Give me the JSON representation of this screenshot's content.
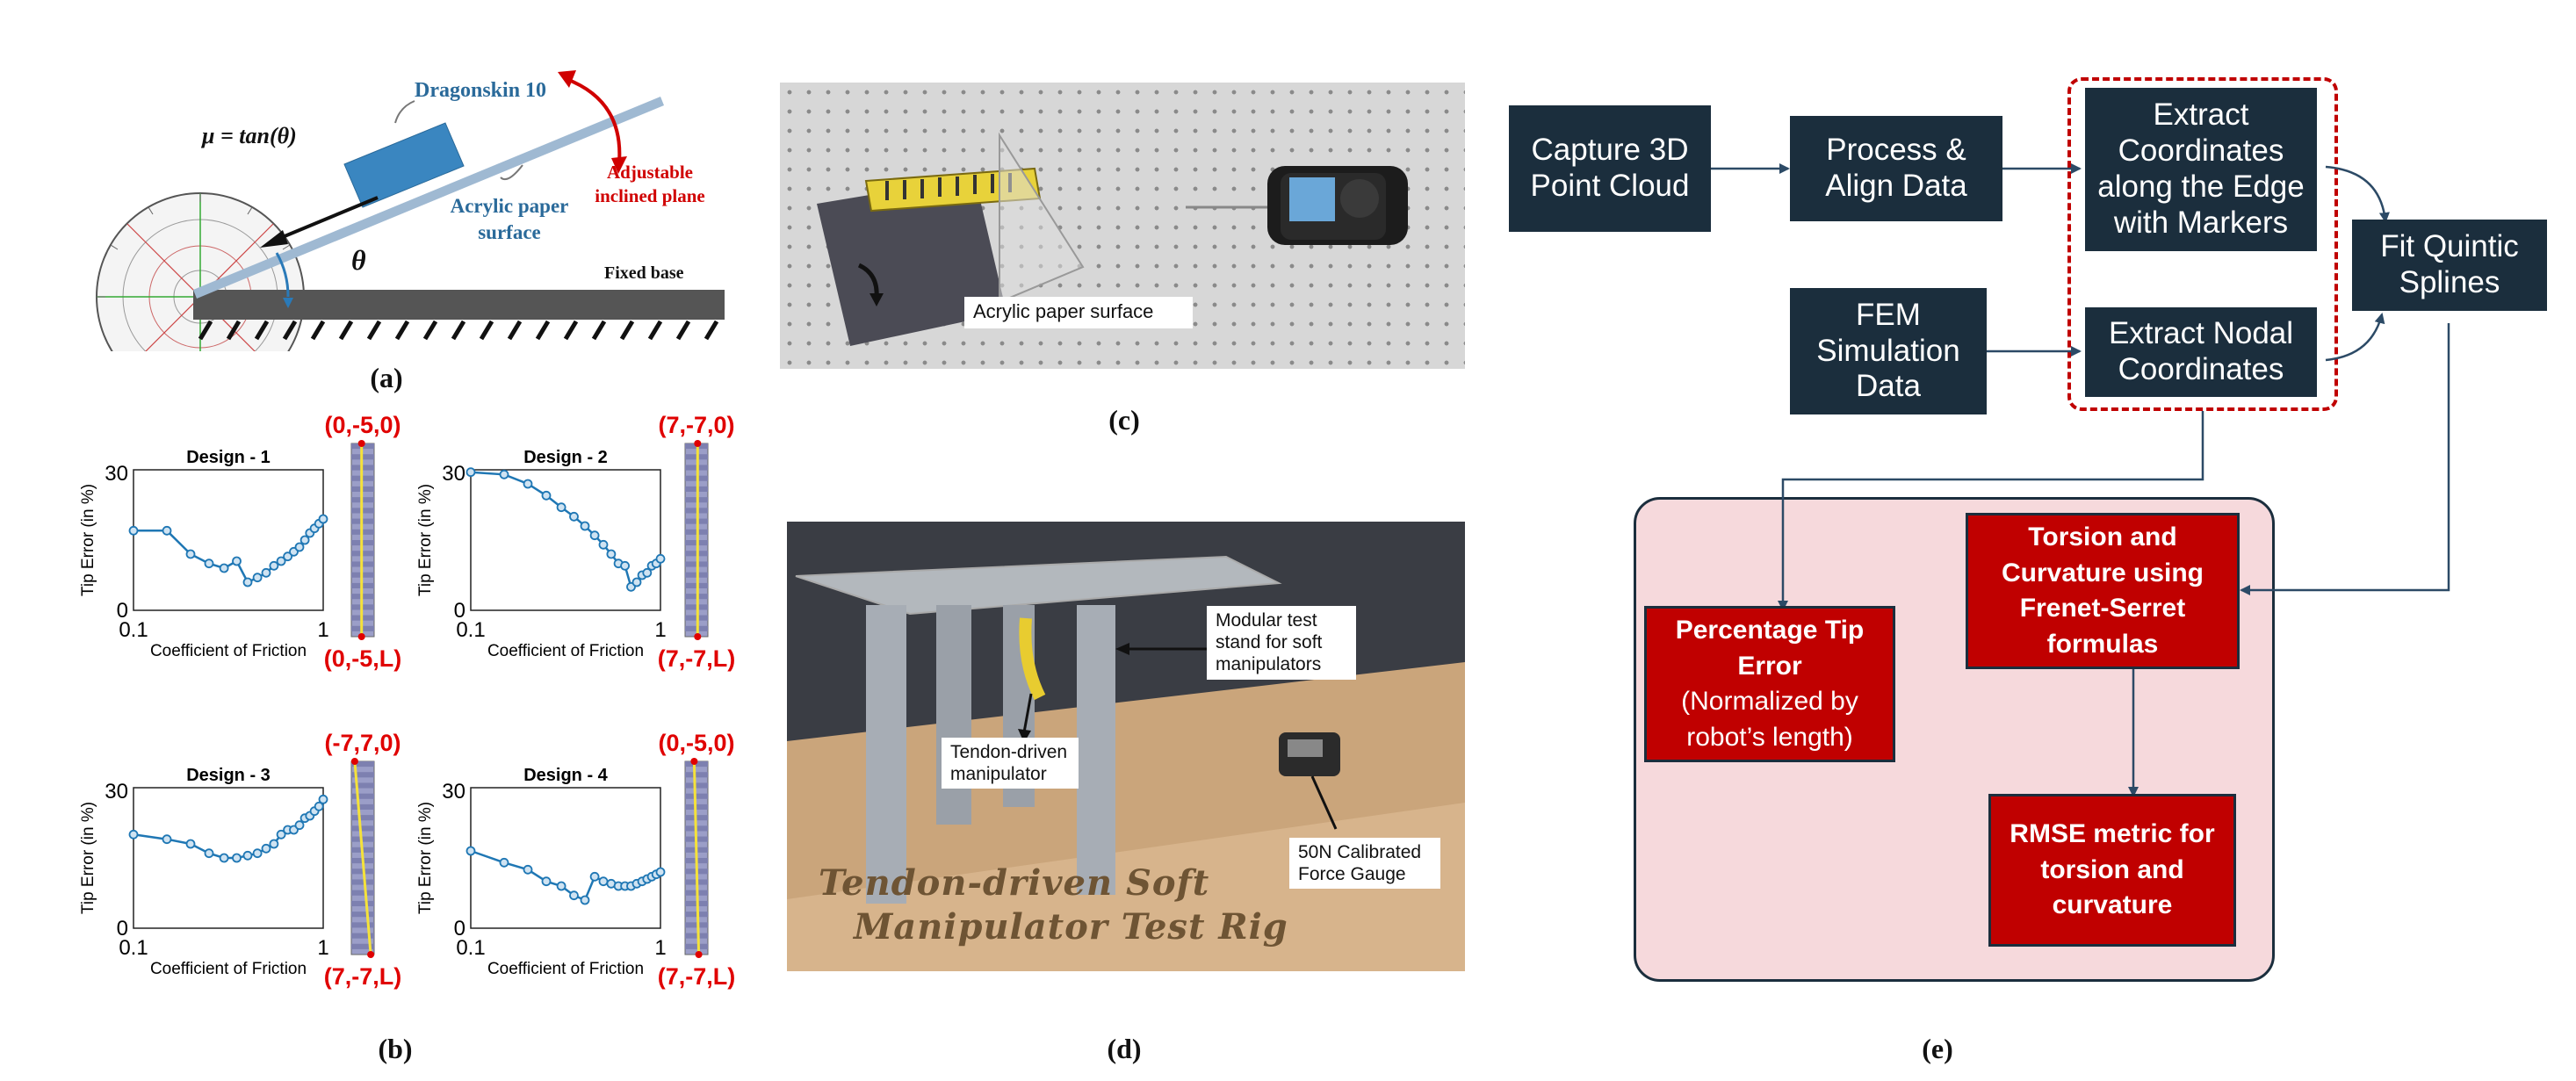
{
  "panel_a": {
    "label": "(a)",
    "material": "Dragonskin 10",
    "formula": "μ = tan(θ)",
    "angle_symbol": "θ",
    "surface": "Acrylic paper surface",
    "inclined_plane": "Adjustable inclined plane",
    "base": "Fixed base"
  },
  "panel_b": {
    "label": "(b)",
    "xlabel": "Coefficient of Friction",
    "ylabel": "Tip Error (in %)"
  },
  "chart_data": [
    {
      "type": "line",
      "title": "Design - 1",
      "xlabel": "Coefficient of Friction",
      "ylabel": "Tip Error (in %)",
      "x_ticks": [
        "0.1",
        "1"
      ],
      "y_ticks": [
        "0",
        "30"
      ],
      "ylim": [
        0,
        30
      ],
      "x": [
        0.1,
        0.15,
        0.2,
        0.25,
        0.3,
        0.35,
        0.4,
        0.45,
        0.5,
        0.55,
        0.6,
        0.65,
        0.7,
        0.75,
        0.8,
        0.85,
        0.9,
        0.95,
        1.0
      ],
      "values": [
        17,
        17,
        12,
        10,
        9,
        10.5,
        6,
        7,
        8,
        9.5,
        10.5,
        11.5,
        12.5,
        13.5,
        15,
        16.5,
        17.5,
        18.5,
        19.5
      ],
      "top_label": "(0,-5,0)",
      "bottom_label": "(0,-5,L)"
    },
    {
      "type": "line",
      "title": "Design - 2",
      "xlabel": "Coefficient of Friction",
      "ylabel": "Tip Error (in %)",
      "x_ticks": [
        "0.1",
        "1"
      ],
      "y_ticks": [
        "0",
        "30"
      ],
      "ylim": [
        0,
        30
      ],
      "x": [
        0.1,
        0.15,
        0.2,
        0.25,
        0.3,
        0.35,
        0.4,
        0.45,
        0.5,
        0.55,
        0.6,
        0.65,
        0.7,
        0.75,
        0.8,
        0.85,
        0.9,
        0.95,
        1.0
      ],
      "values": [
        29.5,
        29,
        27,
        24.5,
        22,
        20,
        18,
        16,
        14,
        12,
        10,
        9.5,
        5,
        6,
        7.5,
        8,
        9.5,
        10,
        11
      ],
      "top_label": "(7,-7,0)",
      "bottom_label": "(7,-7,L)"
    },
    {
      "type": "line",
      "title": "Design - 3",
      "xlabel": "Coefficient of Friction",
      "ylabel": "Tip Error (in %)",
      "x_ticks": [
        "0.1",
        "1"
      ],
      "y_ticks": [
        "0",
        "30"
      ],
      "ylim": [
        0,
        30
      ],
      "x": [
        0.1,
        0.15,
        0.2,
        0.25,
        0.3,
        0.35,
        0.4,
        0.45,
        0.5,
        0.55,
        0.6,
        0.65,
        0.7,
        0.75,
        0.8,
        0.85,
        0.9,
        0.95,
        1.0
      ],
      "values": [
        20,
        19,
        18,
        16,
        15,
        15,
        15.5,
        16,
        17,
        18,
        20,
        21,
        21,
        22,
        23.5,
        24,
        25,
        26,
        27.5
      ],
      "top_label": "(-7,7,0)",
      "bottom_label": "(7,-7,L)"
    },
    {
      "type": "line",
      "title": "Design - 4",
      "xlabel": "Coefficient of Friction",
      "ylabel": "Tip Error (in %)",
      "x_ticks": [
        "0.1",
        "1"
      ],
      "y_ticks": [
        "0",
        "30"
      ],
      "ylim": [
        0,
        30
      ],
      "x": [
        0.1,
        0.15,
        0.2,
        0.25,
        0.3,
        0.35,
        0.4,
        0.45,
        0.5,
        0.55,
        0.6,
        0.65,
        0.7,
        0.75,
        0.8,
        0.85,
        0.9,
        0.95,
        1.0
      ],
      "values": [
        16.5,
        14,
        12.5,
        10,
        9,
        7,
        6,
        11,
        10,
        9.5,
        9,
        9,
        9,
        9.5,
        10,
        10.5,
        11,
        11.5,
        12
      ],
      "top_label": "(0,-5,0)",
      "bottom_label": "(7,-7,L)"
    }
  ],
  "panel_c": {
    "label": "(c)",
    "callout": "Acrylic paper surface"
  },
  "panel_d": {
    "label": "(d)",
    "callout_stand": "Modular test stand for soft manipulators",
    "callout_manipulator": "Tendon-driven manipulator",
    "callout_gauge": "50N Calibrated Force Gauge",
    "engraving_line1": "Tendon-driven Soft",
    "engraving_line2": "Manipulator Test Rig"
  },
  "panel_e": {
    "label": "(e)",
    "box_capture": "Capture 3D Point Cloud",
    "box_process": "Process & Align Data",
    "box_extract_edge": "Extract Coordinates along the Edge with Markers",
    "box_fem": "FEM Simulation Data",
    "box_extract_nodal": "Extract Nodal Coordinates",
    "box_fit": "Fit Quintic Splines",
    "red_tip_title": "Percentage Tip Error",
    "red_tip_sub": "(Normalized by robot’s length)",
    "red_torsion": "Torsion and Curvature using Frenet-Serret formulas",
    "red_rmse": "RMSE metric for torsion and curvature"
  },
  "colors": {
    "navy": "#1b2e3d",
    "red": "#c00000",
    "plot_line": "#1f77b4",
    "pink_bg": "#f6d9dc",
    "label_red": "#e00000"
  }
}
